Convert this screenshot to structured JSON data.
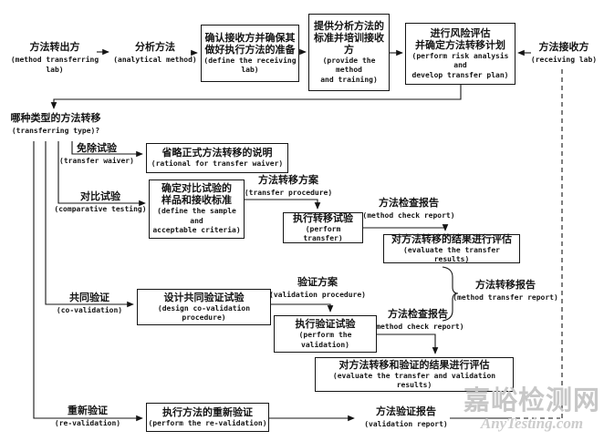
{
  "labels": {
    "transferring_lab": {
      "zh": "方法转出方",
      "en": "(method transferring lab)"
    },
    "analytical_method": {
      "zh": "分析方法",
      "en": "(analytical method)"
    },
    "receiving_lab": {
      "zh": "方法接收方",
      "en": "(receiving lab)"
    },
    "transferring_type": {
      "zh": "哪种类型的方法转移",
      "en": "(transferring type)?"
    },
    "transfer_waiver": {
      "zh": "免除试验",
      "en": "(transfer waiver)"
    },
    "comparative_testing": {
      "zh": "对比试验",
      "en": "(comparative testing)"
    },
    "co_validation": {
      "zh": "共同验证",
      "en": "(co-validation)"
    },
    "re_validation": {
      "zh": "重新验证",
      "en": "(re-validation)"
    },
    "transfer_procedure": {
      "zh": "方法转移方案",
      "en": "(transfer procedure)"
    },
    "method_check_report_1": {
      "zh": "方法检查报告",
      "en": "(method check report)"
    },
    "method_check_report_2": {
      "zh": "方法检查报告",
      "en": "(method check report)"
    },
    "method_transfer_report": {
      "zh": "方法转移报告",
      "en": "(method transfer report)"
    },
    "validation_procedure": {
      "zh": "验证方案",
      "en": "(validation procedure)"
    },
    "validation_report": {
      "zh": "方法验证报告",
      "en": "(validation report)"
    }
  },
  "boxes": {
    "define_receiving_lab": {
      "zh": "确认接收方并确保其\n做好执行方法的准备",
      "en": "(define the receiving\nlab)"
    },
    "provide_method_training": {
      "zh": "提供分析方法的\n标准并培训接收方",
      "en": "(provide the\nmethod\nand training)"
    },
    "risk_analysis": {
      "zh": "进行风险评估\n并确定方法转移计划",
      "en": "(perform risk analysis and\ndevelop transfer plan)"
    },
    "transfer_waiver_rationale": {
      "zh": "省略正式方法转移的说明",
      "en": "(rational for transfer waiver)"
    },
    "define_sample_criteria": {
      "zh": "确定对比试验的\n样品和接收标准",
      "en": "(define the sample and\nacceptable criteria)"
    },
    "perform_transfer": {
      "zh": "执行转移试验",
      "en": "(perform transfer)"
    },
    "evaluate_transfer_results": {
      "zh": "对方法转移的结果进行评估",
      "en": "(evaluate the transfer results)"
    },
    "design_co_validation": {
      "zh": "设计共同验证试验",
      "en": "(design co-validation procedure)"
    },
    "perform_validation": {
      "zh": "执行验证试验",
      "en": "(perform the validation)"
    },
    "evaluate_transfer_validation": {
      "zh": "对方法转移和验证的结果进行评估",
      "en": "(evaluate the transfer and validation results)"
    },
    "perform_re_validation": {
      "zh": "执行方法的重新验证",
      "en": "(perform the re-validation)"
    }
  },
  "watermark": {
    "site_name": "嘉峪检测网",
    "site_url": "AnyTesting.com"
  },
  "colors": {
    "line": "#141414",
    "text": "#141414",
    "watermark": "#c7c7c7",
    "background": "#ffffff"
  }
}
